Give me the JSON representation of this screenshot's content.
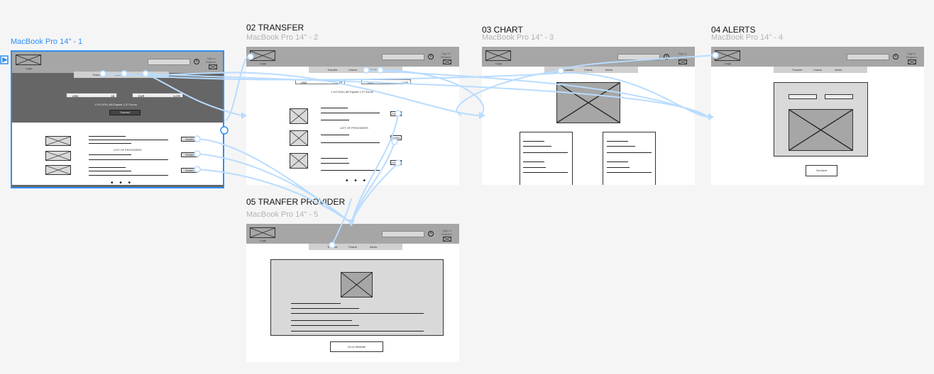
{
  "frames": {
    "f1": {
      "label": "MacBook Pro 14\" - 1"
    },
    "f2": {
      "title": "02 TRANSFER",
      "sub": "MacBook Pro 14\" - 2"
    },
    "f3": {
      "title": "03 CHART",
      "sub": "MacBook Pro 14\" - 3"
    },
    "f4": {
      "title": "04 ALERTS",
      "sub": "MacBook Pro 14\" - 4"
    },
    "f5": {
      "title": "05 TRANFER PROVIDER",
      "sub": "MacBook Pro 14\" - 5"
    }
  },
  "common": {
    "logo": "Logo",
    "sign_in": "Sign in",
    "register": "Register",
    "nav": [
      "Transfer",
      "Charts",
      "Alerts"
    ]
  },
  "home": {
    "from_currency": "USD",
    "from_amount": "1$",
    "to_currency": "EUR",
    "to_amount": "1.07€",
    "rate_text": "1 US DOLLAR Equals 1.07 Euros",
    "convert_btn": "Convert",
    "providers_title": "LIST OF PROVIDERS",
    "provider_btn": "Details",
    "more": "• • •"
  },
  "transfer": {
    "from_currency": "USD",
    "from_amount": "1$",
    "to_currency": "EUR",
    "to_amount": "1.07€",
    "rate_text": "1 US DOLLAR Equals 1.07 Euros",
    "providers_title": "LIST OF PROVIDERS",
    "provider_btn": "Details",
    "more": "• • •"
  },
  "alerts": {
    "set_alert": "Set Alert"
  },
  "provider": {
    "go_btn": "Go to Website"
  },
  "colors": {
    "wire": "#b9dcff",
    "selected": "#2f8ef5",
    "header": "#a6a6a6",
    "dark_section": "#666666"
  }
}
